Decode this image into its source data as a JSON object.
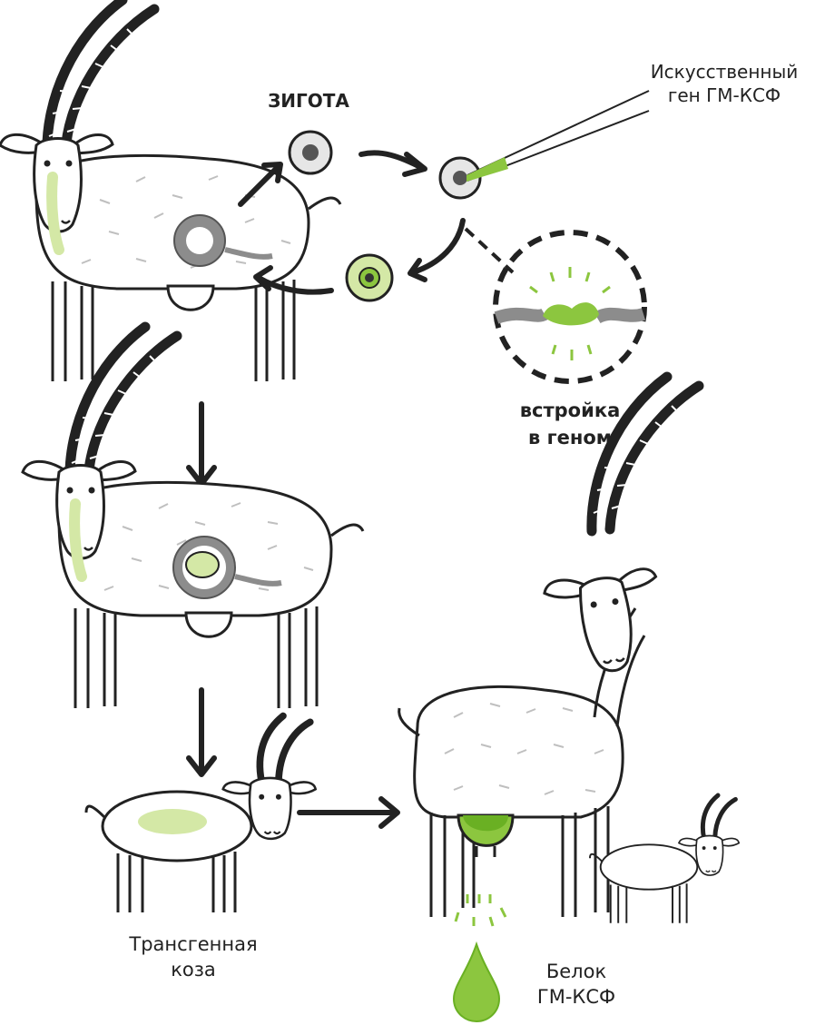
{
  "labels": {
    "zygote": "ЗИГОТА",
    "artificial_gene_line1": "Искусственный",
    "artificial_gene_line2": "ген ГМ-КСФ",
    "integration_line1": "встройка",
    "integration_line2": "в геном",
    "transgenic_line1": "Трансгенная",
    "transgenic_line2": "коза",
    "protein_line1": "Белок",
    "protein_line2": "ГМ-КСФ"
  },
  "colors": {
    "accent_green": "#8cc63f",
    "light_green": "#d4e8a6",
    "gray": "#8c8c8c",
    "ink": "#222222"
  }
}
